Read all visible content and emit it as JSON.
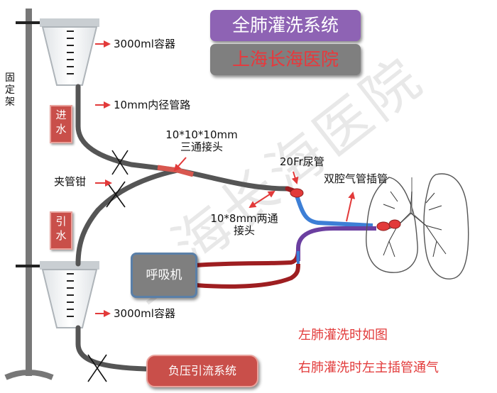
{
  "titles": {
    "system": "全肺灌洗系统",
    "hospital": "上海长海医院"
  },
  "stand_label": "固定架",
  "inflow_tag": "进水",
  "outflow_tag": "引水",
  "labels": {
    "container_top": "3000ml容器",
    "container_bottom": "3000ml容器",
    "inner_tube": "10mm内径管路",
    "three_way_line1": "10*10*10mm",
    "three_way_line2": "三通接头",
    "catheter": "20Fr尿管",
    "clamp": "夹管钳",
    "two_way_line1": "10*8mm两通",
    "two_way_line2": "接头",
    "dlt": "双腔气管插管"
  },
  "ventilator": "呼吸机",
  "suction": "负压引流系统",
  "notes": {
    "left": "左肺灌洗时如图",
    "right": "右肺灌洗时左主插管通气"
  },
  "watermark": "上海长海医院",
  "colors": {
    "purple_title": "#8e63b4",
    "gray_title": "#7f7f7f",
    "title_red_text": "#e8383c",
    "tag_red": "#c94f4a",
    "tube_gray": "#555555",
    "tube_red": "#9e1e21",
    "tube_blue": "#3d7fd6",
    "tube_purple": "#6b3fa0",
    "arrow_red": "#e23a3a",
    "note_red": "#e23a3a"
  }
}
